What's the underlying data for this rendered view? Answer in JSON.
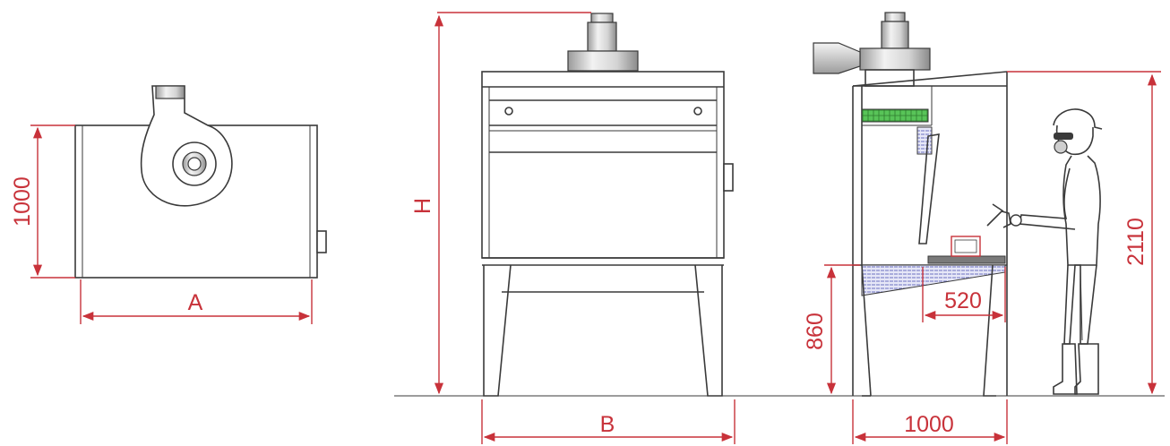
{
  "dimensions": {
    "top_view_depth": "1000",
    "top_view_width": "A",
    "front_height": "H",
    "front_width": "B",
    "side_depth": "1000",
    "work_height": "860",
    "shelf_depth": "520",
    "total_height": "2110"
  },
  "colors": {
    "dimension": "#c8323a",
    "line": "#3a3a3a",
    "filter": "#58c458",
    "water": "#6c70c0"
  }
}
